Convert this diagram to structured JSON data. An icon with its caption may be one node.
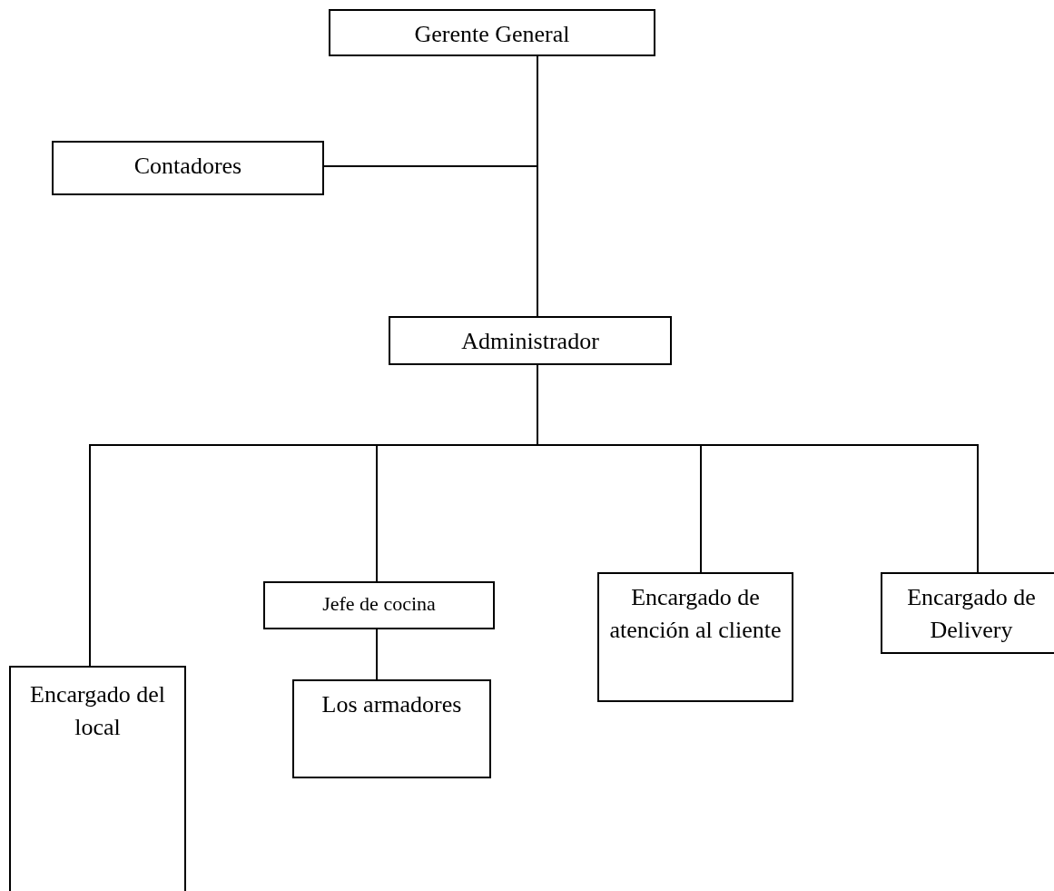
{
  "diagram": {
    "nodes": [
      {
        "text": [
          "Gerente General"
        ]
      },
      {
        "text": [
          "Contadores"
        ]
      },
      {
        "text": [
          "Administrador"
        ]
      },
      {
        "text": [
          "Encargado del local"
        ]
      },
      {
        "text": [
          "Jefe de cocina"
        ]
      },
      {
        "text": [
          "Los armadores"
        ]
      },
      {
        "text": [
          "Encargado de atención al cliente"
        ]
      },
      {
        "text": [
          "Encargado de Delivery"
        ]
      }
    ],
    "edges": [
      {
        "from": 0,
        "to": 2,
        "arrow": "none"
      },
      {
        "from": 0,
        "to": 1,
        "arrow": "none"
      },
      {
        "from": 2,
        "to": 3,
        "arrow": "none"
      },
      {
        "from": 2,
        "to": 4,
        "arrow": "none"
      },
      {
        "from": 2,
        "to": 6,
        "arrow": "none"
      },
      {
        "from": 2,
        "to": 7,
        "arrow": "none"
      },
      {
        "from": 4,
        "to": 5,
        "arrow": "none"
      }
    ]
  }
}
